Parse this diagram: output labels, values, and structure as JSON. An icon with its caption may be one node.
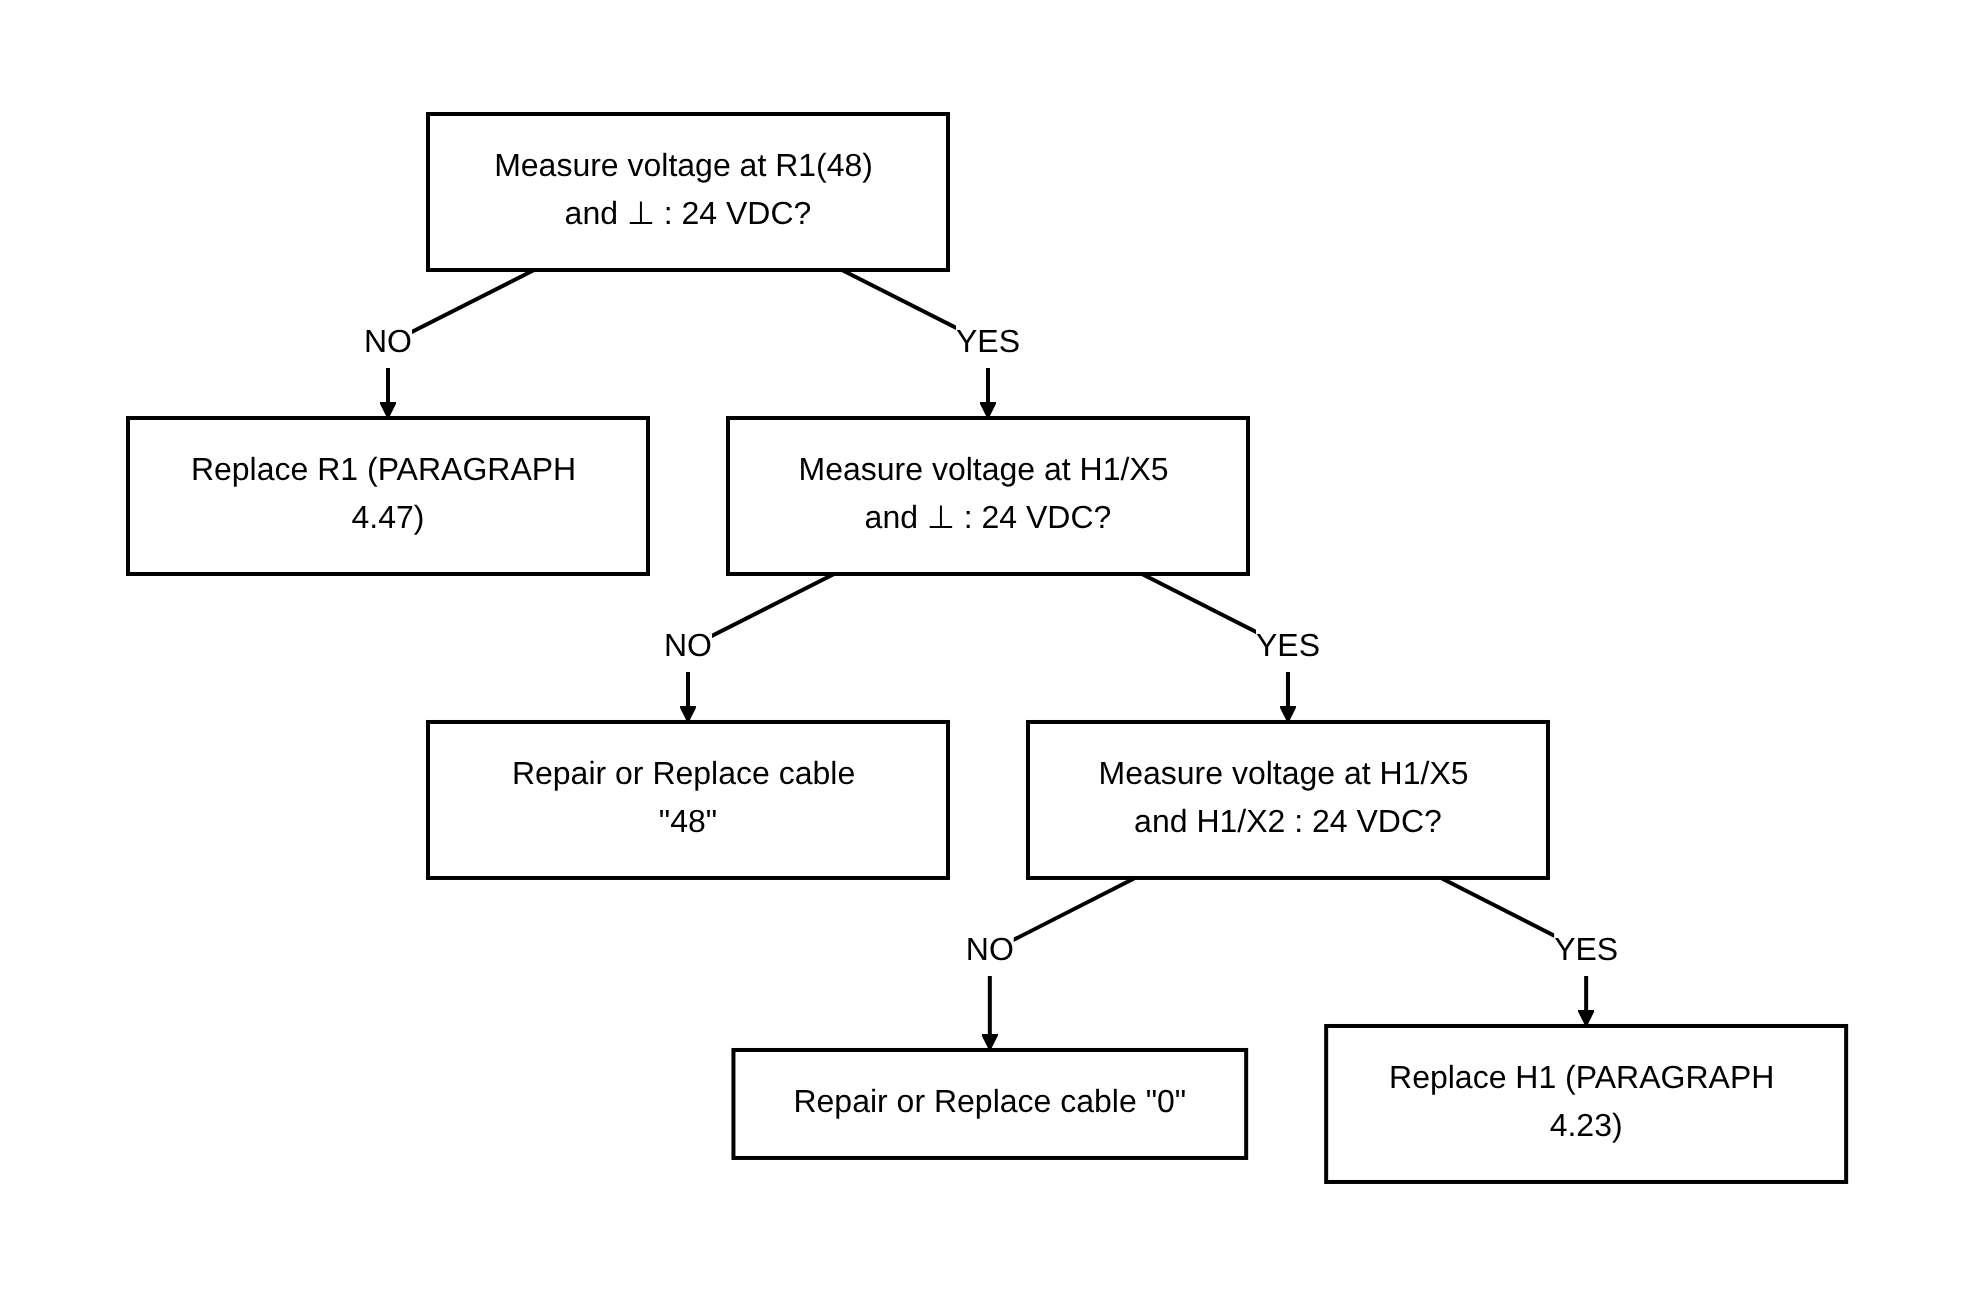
{
  "diagram": {
    "nodes": [
      {
        "text": [
          "Measure voltage at R1(48) and ⊥ : 24 VDC?"
        ]
      },
      {
        "text": [
          "Replace R1 (PARAGRAPH 4.47)"
        ]
      },
      {
        "text": [
          "Measure voltage at H1/X5 and ⊥ : 24 VDC?"
        ]
      },
      {
        "text": [
          "Repair or Replace cable \"48\""
        ]
      },
      {
        "text": [
          "Measure voltage at H1/X5 and H1/X2 : 24 VDC?"
        ]
      },
      {
        "text": [
          "Repair or Replace cable \"0\""
        ]
      },
      {
        "text": [
          "Replace H1 (PARAGRAPH 4.23)"
        ]
      }
    ],
    "edges": [
      {
        "from": 0,
        "to": 1,
        "arrow": "to",
        "label": "NO"
      },
      {
        "from": 0,
        "to": 2,
        "arrow": "to",
        "label": "YES"
      },
      {
        "from": 2,
        "to": 3,
        "arrow": "to",
        "label": "NO"
      },
      {
        "from": 2,
        "to": 4,
        "arrow": "to",
        "label": "YES"
      },
      {
        "from": 4,
        "to": 5,
        "arrow": "to",
        "label": "NO"
      },
      {
        "from": 4,
        "to": 6,
        "arrow": "to",
        "label": "YES"
      }
    ]
  }
}
